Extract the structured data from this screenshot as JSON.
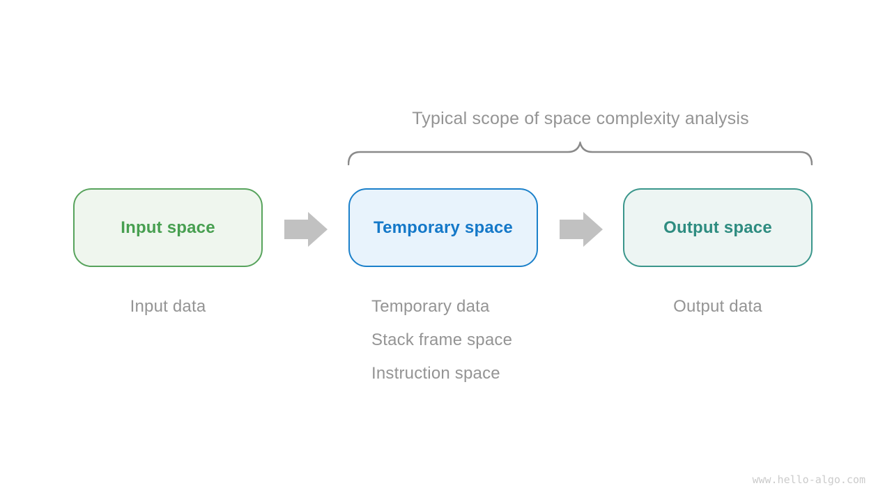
{
  "annotation": {
    "title": "Typical scope of space complexity analysis"
  },
  "nodes": [
    {
      "id": "input-space",
      "label": "Input space",
      "text_color": "#479f50",
      "border_color": "#57a35c",
      "bg_color": "#eff6ee"
    },
    {
      "id": "temporary-space",
      "label": "Temporary space",
      "text_color": "#1478c8",
      "border_color": "#1b80ca",
      "bg_color": "#e8f3fc"
    },
    {
      "id": "output-space",
      "label": "Output space",
      "text_color": "#2e8c80",
      "border_color": "#3a968b",
      "bg_color": "#edf5f3"
    }
  ],
  "sublabels": {
    "input": "Input data",
    "temporary": [
      "Temporary data",
      "Stack frame space",
      "Instruction space"
    ],
    "output": "Output data"
  },
  "icons": {
    "arrow_right": "block-arrow-right",
    "brace": "curly-brace-over"
  },
  "colors": {
    "label_gray": "#949494",
    "brace_gray": "#8a8a8a",
    "arrow_gray": "#c1c1c1",
    "watermark_gray": "#cbcbcb",
    "background": "#ffffff"
  },
  "watermark": "www.hello-algo.com"
}
